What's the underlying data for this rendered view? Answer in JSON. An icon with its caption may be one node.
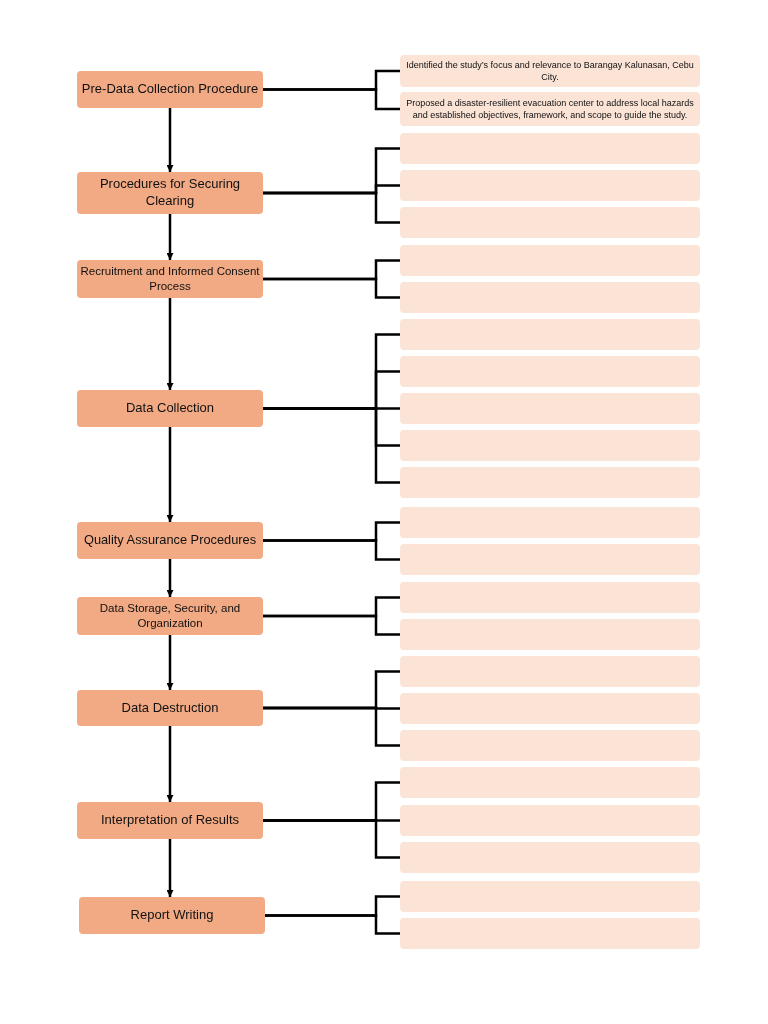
{
  "diagram": {
    "nodes": [
      {
        "text": [
          "Pre-Data Collection Procedure"
        ]
      },
      {
        "text": [
          "Identified the study’s focus and relevance to Barangay Kalunasan, Cebu City."
        ]
      },
      {
        "text": [
          "Proposed a disaster-resilient evacuation center to address local hazards and established objectives, framework, and scope to guide the study."
        ]
      },
      {
        "text": [
          "Procedures for Securing Clearing"
        ]
      },
      {
        "text": [],
        "shape": "box"
      },
      {
        "text": [],
        "shape": "box"
      },
      {
        "text": [],
        "shape": "box"
      },
      {
        "text": [
          "Recruitment and Informed Consent Process"
        ]
      },
      {
        "text": [],
        "shape": "box"
      },
      {
        "text": [],
        "shape": "box"
      },
      {
        "text": [
          "Data Collection"
        ]
      },
      {
        "text": [],
        "shape": "box"
      },
      {
        "text": [],
        "shape": "box"
      },
      {
        "text": [],
        "shape": "box"
      },
      {
        "text": [],
        "shape": "box"
      },
      {
        "text": [],
        "shape": "box"
      },
      {
        "text": [
          "Quality Assurance Procedures"
        ]
      },
      {
        "text": [],
        "shape": "box"
      },
      {
        "text": [],
        "shape": "box"
      },
      {
        "text": [
          "Data Storage, Security, and Organization"
        ]
      },
      {
        "text": [],
        "shape": "box"
      },
      {
        "text": [],
        "shape": "box"
      },
      {
        "text": [
          "Data Destruction"
        ]
      },
      {
        "text": [],
        "shape": "box"
      },
      {
        "text": [],
        "shape": "box"
      },
      {
        "text": [],
        "shape": "box"
      },
      {
        "text": [
          "Interpretation of Results"
        ]
      },
      {
        "text": [],
        "shape": "box"
      },
      {
        "text": [],
        "shape": "box"
      },
      {
        "text": [],
        "shape": "box"
      },
      {
        "text": [
          "Report Writing"
        ]
      },
      {
        "text": [],
        "shape": "box"
      },
      {
        "text": [],
        "shape": "box"
      }
    ],
    "edges": [
      {
        "from": 0,
        "to": 1,
        "arrow": "none"
      },
      {
        "from": 0,
        "to": 2,
        "arrow": "none"
      },
      {
        "from": 0,
        "to": 3,
        "arrow": "to"
      },
      {
        "from": 3,
        "to": 4,
        "arrow": "none"
      },
      {
        "from": 3,
        "to": 5,
        "arrow": "none"
      },
      {
        "from": 3,
        "to": 6,
        "arrow": "none"
      },
      {
        "from": 3,
        "to": 7,
        "arrow": "to"
      },
      {
        "from": 7,
        "to": 8,
        "arrow": "none"
      },
      {
        "from": 7,
        "to": 9,
        "arrow": "none"
      },
      {
        "from": 7,
        "to": 10,
        "arrow": "to"
      },
      {
        "from": 10,
        "to": 11,
        "arrow": "none"
      },
      {
        "from": 10,
        "to": 12,
        "arrow": "none"
      },
      {
        "from": 10,
        "to": 13,
        "arrow": "none"
      },
      {
        "from": 10,
        "to": 14,
        "arrow": "none"
      },
      {
        "from": 10,
        "to": 15,
        "arrow": "none"
      },
      {
        "from": 10,
        "to": 16,
        "arrow": "to"
      },
      {
        "from": 16,
        "to": 17,
        "arrow": "none"
      },
      {
        "from": 16,
        "to": 18,
        "arrow": "none"
      },
      {
        "from": 16,
        "to": 19,
        "arrow": "to"
      },
      {
        "from": 19,
        "to": 20,
        "arrow": "none"
      },
      {
        "from": 19,
        "to": 21,
        "arrow": "none"
      },
      {
        "from": 19,
        "to": 22,
        "arrow": "to"
      },
      {
        "from": 22,
        "to": 23,
        "arrow": "none"
      },
      {
        "from": 22,
        "to": 24,
        "arrow": "none"
      },
      {
        "from": 22,
        "to": 25,
        "arrow": "none"
      },
      {
        "from": 22,
        "to": 26,
        "arrow": "to"
      },
      {
        "from": 26,
        "to": 27,
        "arrow": "none"
      },
      {
        "from": 26,
        "to": 28,
        "arrow": "none"
      },
      {
        "from": 26,
        "to": 29,
        "arrow": "none"
      },
      {
        "from": 26,
        "to": 30,
        "arrow": "to"
      },
      {
        "from": 30,
        "to": 31,
        "arrow": "none"
      },
      {
        "from": 30,
        "to": 32,
        "arrow": "none"
      }
    ]
  }
}
